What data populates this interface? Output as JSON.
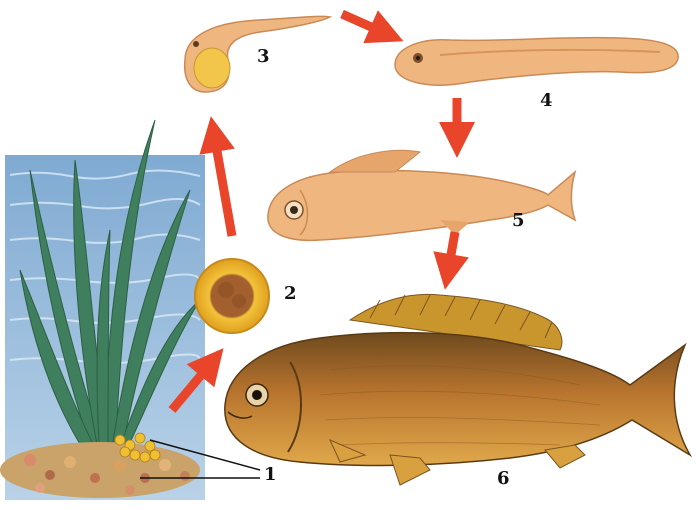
{
  "stages": [
    {
      "number": "1",
      "name": "eggs-on-water-plants"
    },
    {
      "number": "2",
      "name": "egg"
    },
    {
      "number": "3",
      "name": "larva-with-yolk-sac"
    },
    {
      "number": "4",
      "name": "larva"
    },
    {
      "number": "5",
      "name": "fry"
    },
    {
      "number": "6",
      "name": "adult-fish"
    }
  ],
  "colors": {
    "arrow": "#e8452b",
    "water": "#8fb4d6",
    "plant": "#3f7f5d",
    "larva": "#efb77f",
    "egg_yellow": "#f0c030",
    "fish_body": "#b8742e",
    "fish_fin": "#c9962e"
  }
}
